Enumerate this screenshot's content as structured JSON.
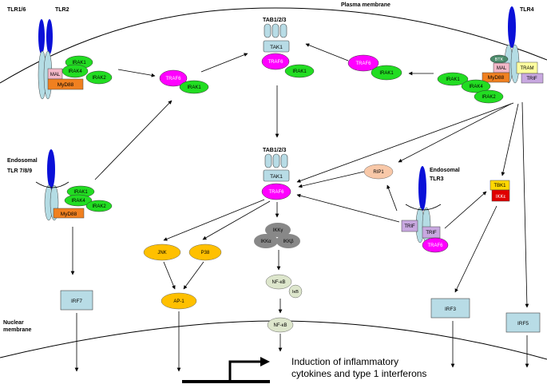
{
  "colors": {
    "irak": "#22dd22",
    "traf6": "#ff00ff",
    "myd88": "#f08020",
    "mal": "#f4b8c8",
    "receptor": "#b4dce4",
    "ligand_head": "#0a10d8",
    "tak1": "#b8dce6",
    "tab": "#b8dce6",
    "yellow": "#ffc000",
    "ikk": "#888888",
    "nfkb": "#dde6cc",
    "rip1": "#f8c8a8",
    "trif": "#c8a8e0",
    "tram": "#ffffa0",
    "btk": "#4a8a6a",
    "tbk1": "#ffd800",
    "ikke": "#e00000",
    "irf": "#b8dce6"
  },
  "labels": {
    "plasma_membrane": "Plasma membrane",
    "nuclear_membrane_1": "Nuclear",
    "nuclear_membrane_2": "membrane",
    "tlr16": "TLR1/6",
    "tlr2": "TLR2",
    "tlr4": "TLR4",
    "endosomal_a": "Endosomal",
    "tlr789": "TLR 7/8/9",
    "endosomal_b": "Endosomal",
    "tlr3": "TLR3",
    "tab_top": "TAB1/2/3",
    "tab_mid": "TAB1/2/3",
    "output_line1": "Induction of inflammatory",
    "output_line2": "cytokines and type 1 interferons"
  },
  "molecules": {
    "irak1": "IRAK1",
    "irak4": "IRAK4",
    "irak2": "IRAK2",
    "mal": "MAL",
    "myd88": "MyD88",
    "traf6": "TRAF6",
    "tak1": "TAK1",
    "btk": "BTK",
    "tram": "TRAM",
    "trif": "TRIF",
    "rip1": "RIP1",
    "tbk1": "TBK1",
    "ikke": "IKKε",
    "jnk": "JNK",
    "p38": "P38",
    "ap1": "AP-1",
    "ikkg": "IKKγ",
    "ikka": "IKKα",
    "ikkb": "IKKβ",
    "nfkb": "NF-κB",
    "ikb": "IκB",
    "irf7": "IRF7",
    "irf3": "IRF3",
    "irf5": "IRF5"
  }
}
